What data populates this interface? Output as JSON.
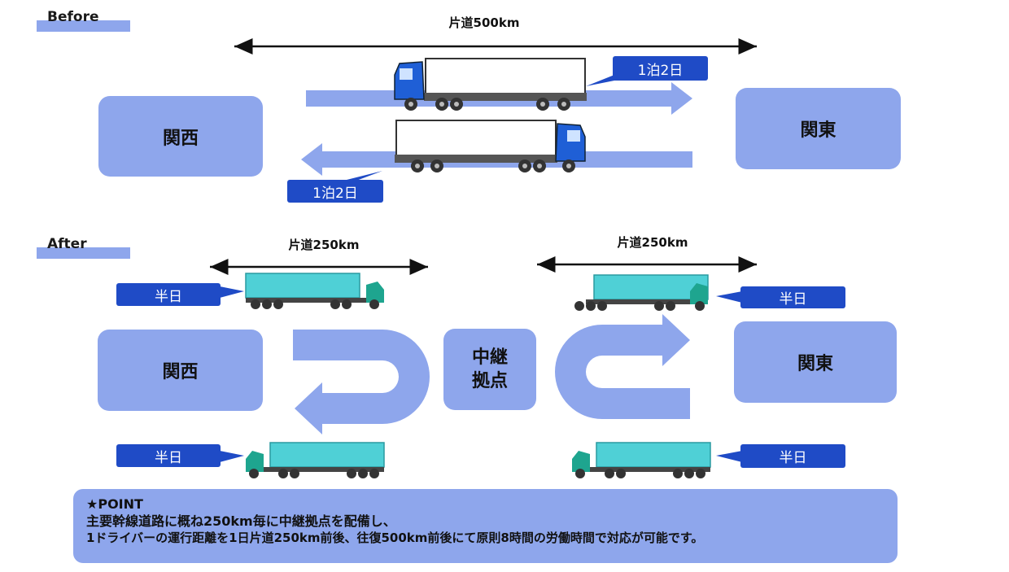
{
  "before": {
    "label": "Before",
    "distance": "片道500km",
    "origin": "関西",
    "destination": "関東",
    "badge_top": "1泊2日",
    "badge_bottom": "1泊2日"
  },
  "after": {
    "label": "After",
    "distance_left": "片道250km",
    "distance_right": "片道250km",
    "origin": "関西",
    "relay": "中継\n拠点",
    "destination": "関東",
    "badges": [
      "半日",
      "半日",
      "半日",
      "半日"
    ]
  },
  "point": {
    "title": "★POINT",
    "line1": "主要幹線道路に概ね250km毎に中継拠点を配備し、",
    "line2": "1ドライバーの運行距離を1日片道250km前後、往復500km前後にて原則8時間の労働時間で対応が可能です。"
  },
  "colors": {
    "box": "#8ea6ec",
    "badge": "#1f4bc6",
    "truck_cab_blue": "#1f5fd6",
    "container_teal": "#4fd0d6",
    "tractor_green": "#1ea58f"
  }
}
